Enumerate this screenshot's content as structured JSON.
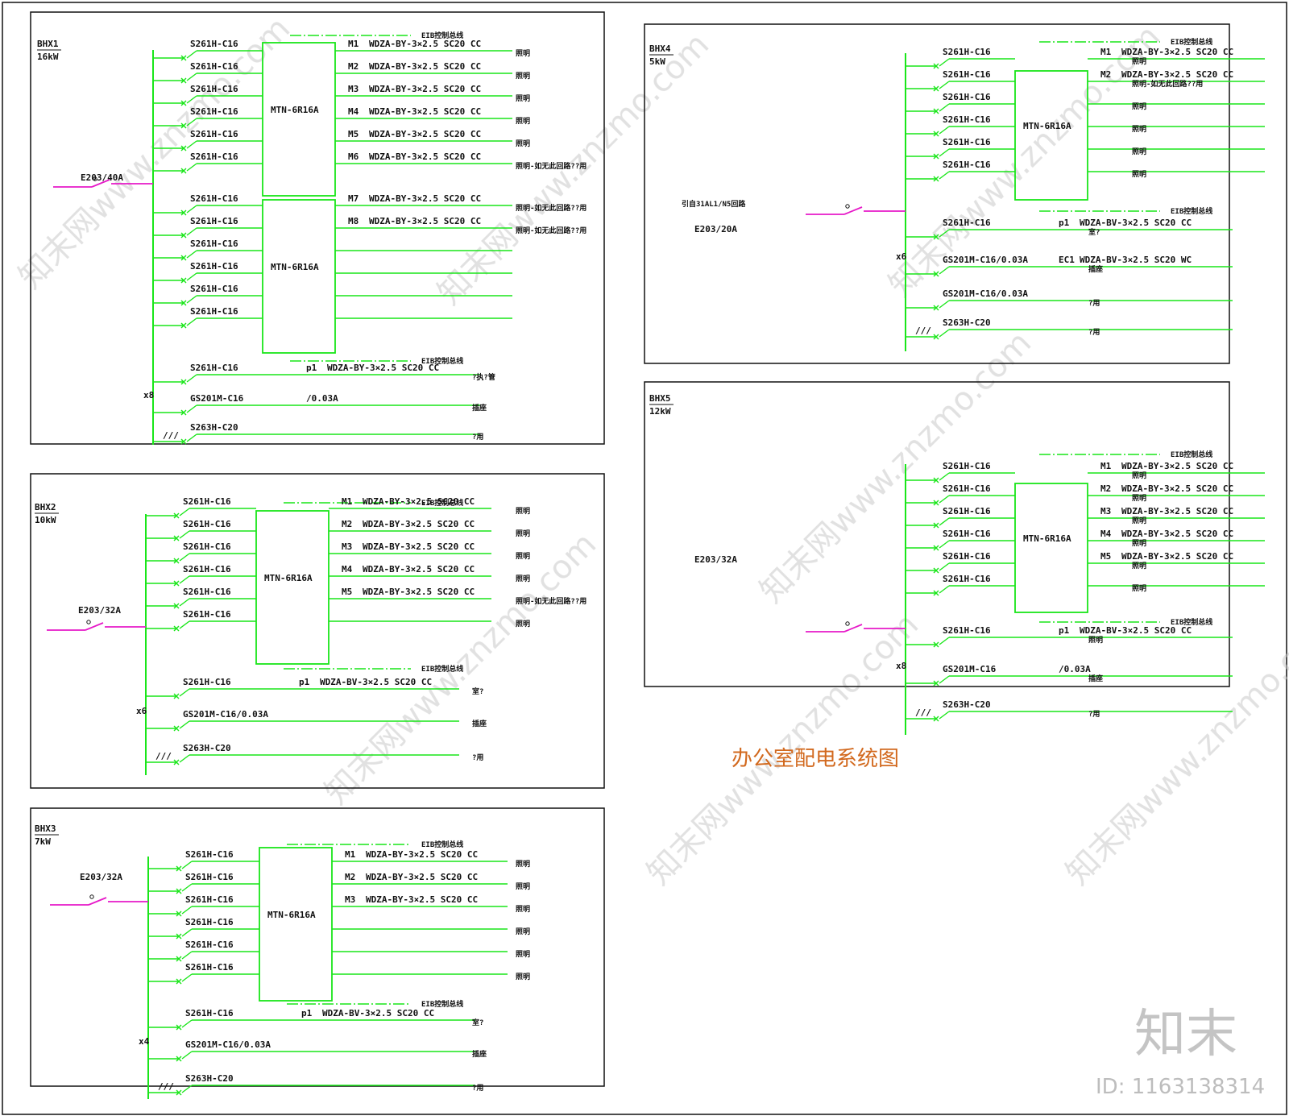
{
  "title": "办公室配电系统图",
  "watermark": {
    "logo": "知末",
    "id": "ID: 1163138314"
  },
  "colors": {
    "wire": "#19e619",
    "incomer": "#e619c8",
    "frame": "#111111",
    "title": "#d2691e"
  },
  "panels": [
    {
      "name": "BHX1",
      "power": "16kW",
      "incomer": "E203/40A",
      "module": "MTN-6R16A",
      "eib_label": "EIB控制总线",
      "circuits": [
        {
          "breaker": "S261H-C16",
          "id": "M1",
          "cable": "WDZA-BY-3×2.5 SC20 CC",
          "use": "照明"
        },
        {
          "breaker": "S261H-C16",
          "id": "M2",
          "cable": "WDZA-BY-3×2.5 SC20 CC",
          "use": "照明"
        },
        {
          "breaker": "S261H-C16",
          "id": "M3",
          "cable": "WDZA-BY-3×2.5 SC20 CC",
          "use": "照明"
        },
        {
          "breaker": "S261H-C16",
          "id": "M4",
          "cable": "WDZA-BY-3×2.5 SC20 CC",
          "use": "照明"
        },
        {
          "breaker": "S261H-C16",
          "id": "M5",
          "cable": "WDZA-BY-3×2.5 SC20 CC",
          "use": "照明"
        },
        {
          "breaker": "S261H-C16",
          "id": "M6",
          "cable": "WDZA-BY-3×2.5 SC20 CC",
          "use": "照明-如无此回路??用"
        },
        {
          "breaker": "S261H-C16",
          "id": "M7",
          "cable": "WDZA-BY-3×2.5 SC20 CC",
          "use": "照明-如无此回路??用"
        },
        {
          "breaker": "S261H-C16",
          "id": "M8",
          "cable": "WDZA-BY-3×2.5 SC20 CC",
          "use": "照明-如无此回路??用"
        },
        {
          "breaker": "S261H-C16",
          "id": "",
          "cable": "",
          "use": ""
        },
        {
          "breaker": "S261H-C16",
          "id": "",
          "cable": "",
          "use": ""
        },
        {
          "breaker": "S261H-C16",
          "id": "",
          "cable": "",
          "use": ""
        },
        {
          "breaker": "S261H-C16",
          "id": "",
          "cable": "",
          "use": ""
        }
      ],
      "extra": [
        {
          "breaker": "S261H-C16",
          "id": "p1",
          "cable": "WDZA-BY-3×2.5 SC20 CC",
          "use": "?执?管"
        },
        {
          "breaker": "GS201M-C16",
          "id": "/0.03A",
          "cable": "",
          "use": "插座",
          "mult": "x8"
        },
        {
          "breaker": "S263H-C20",
          "id": "",
          "cable": "",
          "use": "?用"
        }
      ]
    },
    {
      "name": "BHX2",
      "power": "10kW",
      "incomer": "E203/32A",
      "module": "MTN-6R16A",
      "eib_label": "EIB控制总线",
      "circuits": [
        {
          "breaker": "S261H-C16",
          "id": "M1",
          "cable": "WDZA-BY-3×2.5 SC20 CC",
          "use": "照明"
        },
        {
          "breaker": "S261H-C16",
          "id": "M2",
          "cable": "WDZA-BY-3×2.5 SC20 CC",
          "use": "照明"
        },
        {
          "breaker": "S261H-C16",
          "id": "M3",
          "cable": "WDZA-BY-3×2.5 SC20 CC",
          "use": "照明"
        },
        {
          "breaker": "S261H-C16",
          "id": "M4",
          "cable": "WDZA-BY-3×2.5 SC20 CC",
          "use": "照明"
        },
        {
          "breaker": "S261H-C16",
          "id": "M5",
          "cable": "WDZA-BY-3×2.5 SC20 CC",
          "use": "照明-如无此回路??用"
        },
        {
          "breaker": "S261H-C16",
          "id": "",
          "cable": "",
          "use": "照明"
        }
      ],
      "extra": [
        {
          "breaker": "S261H-C16",
          "id": "p1",
          "cable": "WDZA-BV-3×2.5 SC20 CC",
          "use": "室?"
        },
        {
          "breaker": "GS201M-C16/0.03A",
          "id": "",
          "cable": "",
          "use": "插座",
          "mult": "x6"
        },
        {
          "breaker": "S263H-C20",
          "id": "",
          "cable": "",
          "use": "?用"
        }
      ]
    },
    {
      "name": "BHX3",
      "power": "7kW",
      "incomer": "E203/32A",
      "module": "MTN-6R16A",
      "eib_label": "EIB控制总线",
      "circuits": [
        {
          "breaker": "S261H-C16",
          "id": "M1",
          "cable": "WDZA-BY-3×2.5 SC20 CC",
          "use": "照明"
        },
        {
          "breaker": "S261H-C16",
          "id": "M2",
          "cable": "WDZA-BY-3×2.5 SC20 CC",
          "use": "照明"
        },
        {
          "breaker": "S261H-C16",
          "id": "M3",
          "cable": "WDZA-BY-3×2.5 SC20 CC",
          "use": "照明"
        },
        {
          "breaker": "S261H-C16",
          "id": "",
          "cable": "",
          "use": "照明"
        },
        {
          "breaker": "S261H-C16",
          "id": "",
          "cable": "",
          "use": "照明"
        },
        {
          "breaker": "S261H-C16",
          "id": "",
          "cable": "",
          "use": "照明"
        }
      ],
      "extra": [
        {
          "breaker": "S261H-C16",
          "id": "p1",
          "cable": "WDZA-BV-3×2.5 SC20 CC",
          "use": "室?"
        },
        {
          "breaker": "GS201M-C16/0.03A",
          "id": "",
          "cable": "",
          "use": "插座",
          "mult": "x4"
        },
        {
          "breaker": "S263H-C20",
          "id": "",
          "cable": "",
          "use": "?用"
        }
      ]
    },
    {
      "name": "BHX4",
      "power": "5kW",
      "incomer": "E203/20A",
      "source": "引自31AL1/N5回路",
      "module": "MTN-6R16A",
      "eib_label": "EIB控制总线",
      "circuits": [
        {
          "breaker": "S261H-C16",
          "id": "M1",
          "cable": "WDZA-BY-3×2.5 SC20 CC",
          "use": "照明"
        },
        {
          "breaker": "S261H-C16",
          "id": "M2",
          "cable": "WDZA-BY-3×2.5 SC20 CC",
          "use": "照明-如无此回路??用"
        },
        {
          "breaker": "S261H-C16",
          "id": "",
          "cable": "",
          "use": "照明"
        },
        {
          "breaker": "S261H-C16",
          "id": "",
          "cable": "",
          "use": "照明"
        },
        {
          "breaker": "S261H-C16",
          "id": "",
          "cable": "",
          "use": "照明"
        },
        {
          "breaker": "S261H-C16",
          "id": "",
          "cable": "",
          "use": "照明"
        }
      ],
      "extra": [
        {
          "breaker": "S261H-C16",
          "id": "p1",
          "cable": "WDZA-BV-3×2.5 SC20 CC",
          "use": "室?"
        },
        {
          "breaker": "GS201M-C16/0.03A",
          "id": "EC1",
          "cable": "WDZA-BV-3×2.5 SC20 WC",
          "use": "插座",
          "mult": "x6"
        },
        {
          "breaker": "GS201M-C16/0.03A",
          "id": "",
          "cable": "",
          "use": "?用"
        },
        {
          "breaker": "S263H-C20",
          "id": "",
          "cable": "",
          "use": "?用"
        }
      ]
    },
    {
      "name": "BHX5",
      "power": "12kW",
      "incomer": "E203/32A",
      "module": "MTN-6R16A",
      "eib_label": "EIB控制总线",
      "circuits": [
        {
          "breaker": "S261H-C16",
          "id": "M1",
          "cable": "WDZA-BY-3×2.5 SC20 CC",
          "use": "照明"
        },
        {
          "breaker": "S261H-C16",
          "id": "M2",
          "cable": "WDZA-BY-3×2.5 SC20 CC",
          "use": "照明"
        },
        {
          "breaker": "S261H-C16",
          "id": "M3",
          "cable": "WDZA-BY-3×2.5 SC20 CC",
          "use": "照明"
        },
        {
          "breaker": "S261H-C16",
          "id": "M4",
          "cable": "WDZA-BY-3×2.5 SC20 CC",
          "use": "照明"
        },
        {
          "breaker": "S261H-C16",
          "id": "M5",
          "cable": "WDZA-BY-3×2.5 SC20 CC",
          "use": "照明"
        },
        {
          "breaker": "S261H-C16",
          "id": "",
          "cable": "",
          "use": "照明"
        }
      ],
      "extra": [
        {
          "breaker": "S261H-C16",
          "id": "p1",
          "cable": "WDZA-BV-3×2.5 SC20 CC",
          "use": "照明"
        },
        {
          "breaker": "GS201M-C16",
          "id": "/0.03A",
          "cable": "",
          "use": "插座",
          "mult": "x8"
        },
        {
          "breaker": "S263H-C20",
          "id": "",
          "cable": "",
          "use": "?用"
        }
      ]
    }
  ]
}
